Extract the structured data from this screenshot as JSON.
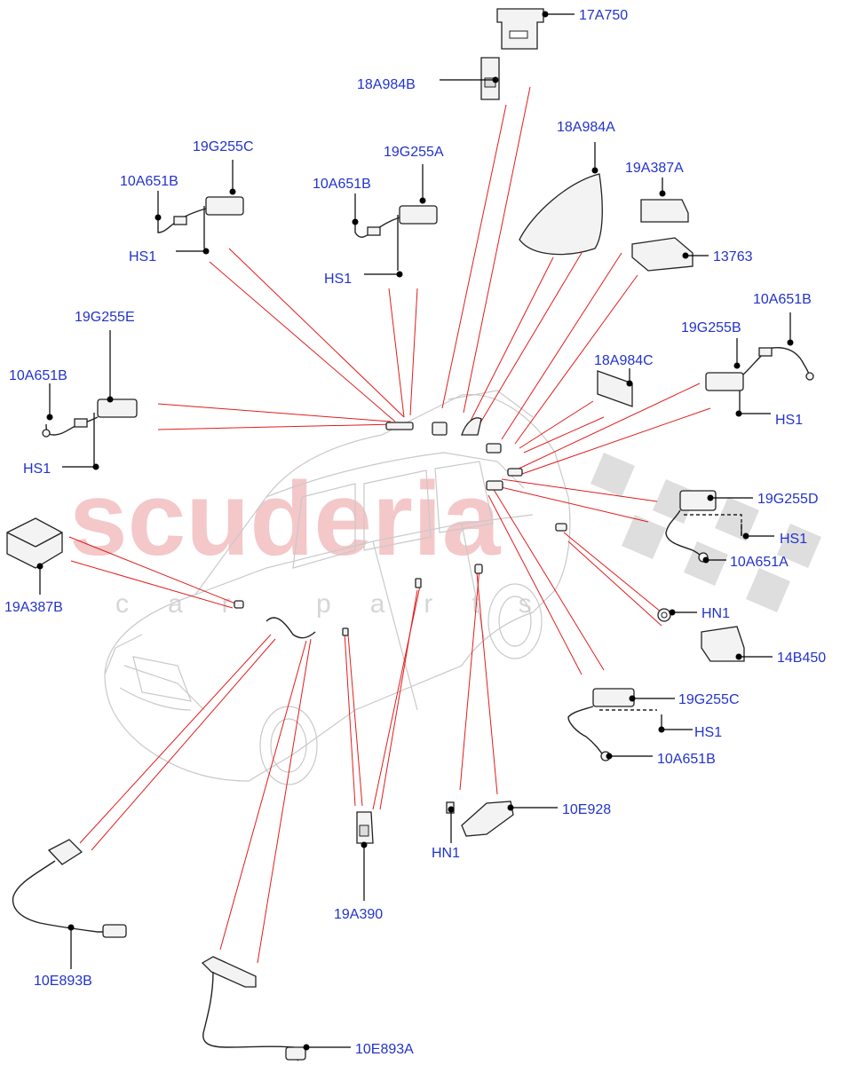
{
  "watermark": {
    "brand": "scuderia",
    "sub": "car parts"
  },
  "callouts": {
    "c17A750": "17A750",
    "c18A984B": "18A984B",
    "c18A984A": "18A984A",
    "c19A387A": "19A387A",
    "c13763": "13763",
    "c19G255C_top": "19G255C",
    "c10A651B_tl": "10A651B",
    "cHS1_tl": "HS1",
    "c19G255A": "19G255A",
    "c10A651B_tm": "10A651B",
    "cHS1_tm": "HS1",
    "c10A651B_r": "10A651B",
    "c19G255B": "19G255B",
    "cHS1_r": "HS1",
    "c18A984C": "18A984C",
    "c19G255E": "19G255E",
    "c10A651B_l": "10A651B",
    "cHS1_l": "HS1",
    "c19G255D": "19G255D",
    "cHS1_rm": "HS1",
    "c10A651A": "10A651A",
    "c19A387B": "19A387B",
    "cHN1_r": "HN1",
    "c14B450": "14B450",
    "c19G255C_bot": "19G255C",
    "cHS1_rb": "HS1",
    "c10A651B_rb": "10A651B",
    "c10E928": "10E928",
    "cHN1_b": "HN1",
    "c19A390": "19A390",
    "c10E893B": "10E893B",
    "c10E893A": "10E893A"
  }
}
